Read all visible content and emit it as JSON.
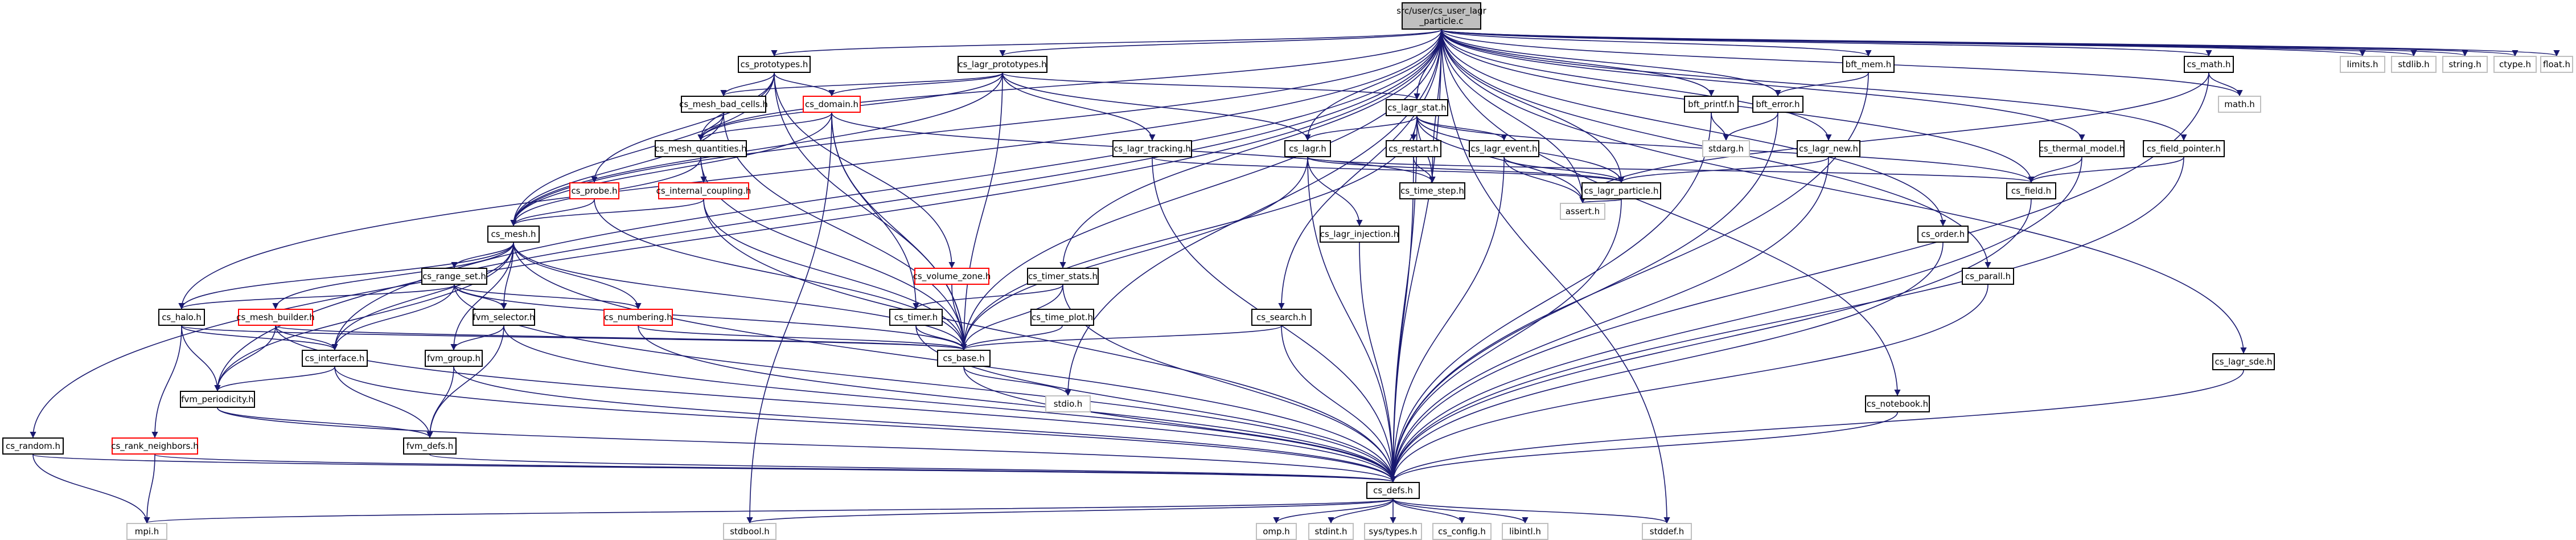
{
  "graph_title": "",
  "colors": {
    "edge": "#191970",
    "border": "#000000",
    "external": "#bfbfbf",
    "incomplete": "#ff0000",
    "root_fill": "#bfbfbf"
  },
  "nodes": {
    "root": {
      "line1": "src/user/cs_user_lagr",
      "line2": "_particle.c"
    },
    "cs_prototypes": "cs_prototypes.h",
    "cs_lagr_prototypes": "cs_lagr_prototypes.h",
    "cs_mesh_bad_cells": "cs_mesh_bad_cells.h",
    "cs_domain": "cs_domain.h",
    "cs_mesh_quantities": "cs_mesh_quantities.h",
    "cs_probe": "cs_probe.h",
    "cs_internal_coupling": "cs_internal_coupling.h",
    "cs_mesh": "cs_mesh.h",
    "cs_range_set": "cs_range_set.h",
    "cs_halo": "cs_halo.h",
    "cs_mesh_builder": "cs_mesh_builder.h",
    "fvm_selector": "fvm_selector.h",
    "cs_numbering": "cs_numbering.h",
    "cs_interface": "cs_interface.h",
    "fvm_group": "fvm_group.h",
    "fvm_periodicity": "fvm_periodicity.h",
    "cs_rank_neighbors": "cs_rank_neighbors.h",
    "fvm_defs": "fvm_defs.h",
    "cs_random": "cs_random.h",
    "mpi": "mpi.h",
    "stdbool": "stdbool.h",
    "cs_defs": "cs_defs.h",
    "omp": "omp.h",
    "stdint": "stdint.h",
    "sys_types": "sys/types.h",
    "cs_config": "cs_config.h",
    "libintl": "libintl.h",
    "stddef": "stddef.h",
    "cs_volume_zone": "cs_volume_zone.h",
    "cs_timer": "cs_timer.h",
    "cs_base": "cs_base.h",
    "stdio": "stdio.h",
    "cs_timer_stats": "cs_timer_stats.h",
    "cs_time_plot": "cs_time_plot.h",
    "cs_lagr_tracking": "cs_lagr_tracking.h",
    "cs_lagr_stat": "cs_lagr_stat.h",
    "cs_lagr": "cs_lagr.h",
    "cs_restart": "cs_restart.h",
    "cs_lagr_event": "cs_lagr_event.h",
    "cs_time_step": "cs_time_step.h",
    "cs_lagr_particle": "cs_lagr_particle.h",
    "cs_lagr_injection": "cs_lagr_injection.h",
    "assert": "assert.h",
    "cs_search": "cs_search.h",
    "bft_mem": "bft_mem.h",
    "bft_printf": "bft_printf.h",
    "bft_error": "bft_error.h",
    "stdarg": "stdarg.h",
    "cs_lagr_new": "cs_lagr_new.h",
    "cs_field": "cs_field.h",
    "cs_math": "cs_math.h",
    "math": "math.h",
    "cs_thermal_model": "cs_thermal_model.h",
    "cs_field_pointer": "cs_field_pointer.h",
    "cs_order": "cs_order.h",
    "cs_parall": "cs_parall.h",
    "cs_notebook": "cs_notebook.h",
    "cs_lagr_sde": "cs_lagr_sde.h",
    "limits": "limits.h",
    "stdlib": "stdlib.h",
    "string": "string.h",
    "ctype": "ctype.h",
    "float": "float.h"
  }
}
